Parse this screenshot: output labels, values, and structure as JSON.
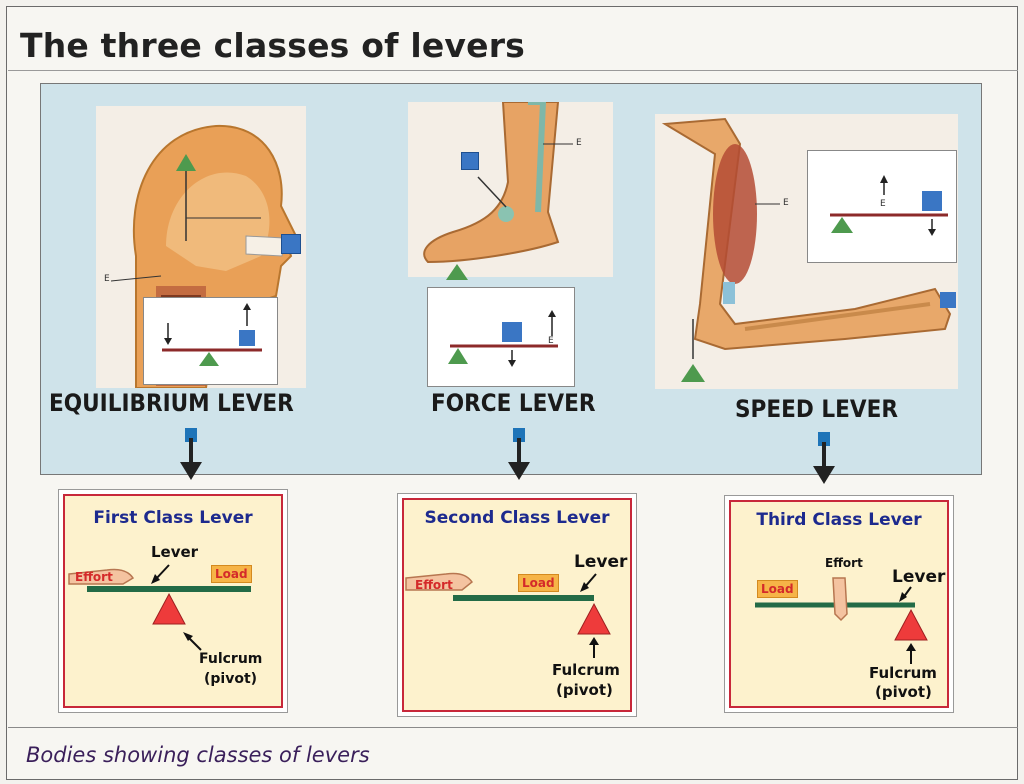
{
  "title": "The three classes of levers",
  "caption": "Bodies showing classes of  levers",
  "levers": [
    {
      "name": "EQUILIBRIUM LEVER",
      "body_part": "head and neck"
    },
    {
      "name": "FORCE LEVER",
      "body_part": "foot"
    },
    {
      "name": "SPEED LEVER",
      "body_part": "arm"
    }
  ],
  "inset_marks": {
    "effort_letter": "E"
  },
  "classes": [
    {
      "title": "First Class Lever",
      "lever": "Lever",
      "effort": "Effort",
      "load": "Load",
      "fulcrum": "Fulcrum",
      "pivot": "(pivot)"
    },
    {
      "title": "Second Class Lever",
      "lever": "Lever",
      "effort": "Effort",
      "load": "Load",
      "fulcrum": "Fulcrum",
      "pivot": "(pivot)"
    },
    {
      "title": "Third Class Lever",
      "lever": "Lever",
      "effort": "Effort",
      "load": "Load",
      "fulcrum": "Fulcrum",
      "pivot": "(pivot)"
    }
  ],
  "colors": {
    "title_blue": "#1d2a8e",
    "frame_red": "#c8283a",
    "card_fill": "#fdf2cd",
    "fulcrum_red": "#ee3b3b",
    "beam_green": "#236b46",
    "load_orange": "#f6b447",
    "load_blue": "#3a76c4",
    "fulcrum_green": "#4e9a4e",
    "panel_blue": "#cfe3ea"
  },
  "icons": [
    "hand-icon",
    "down-arrow-icon",
    "fulcrum-triangle-icon",
    "load-block-icon"
  ]
}
